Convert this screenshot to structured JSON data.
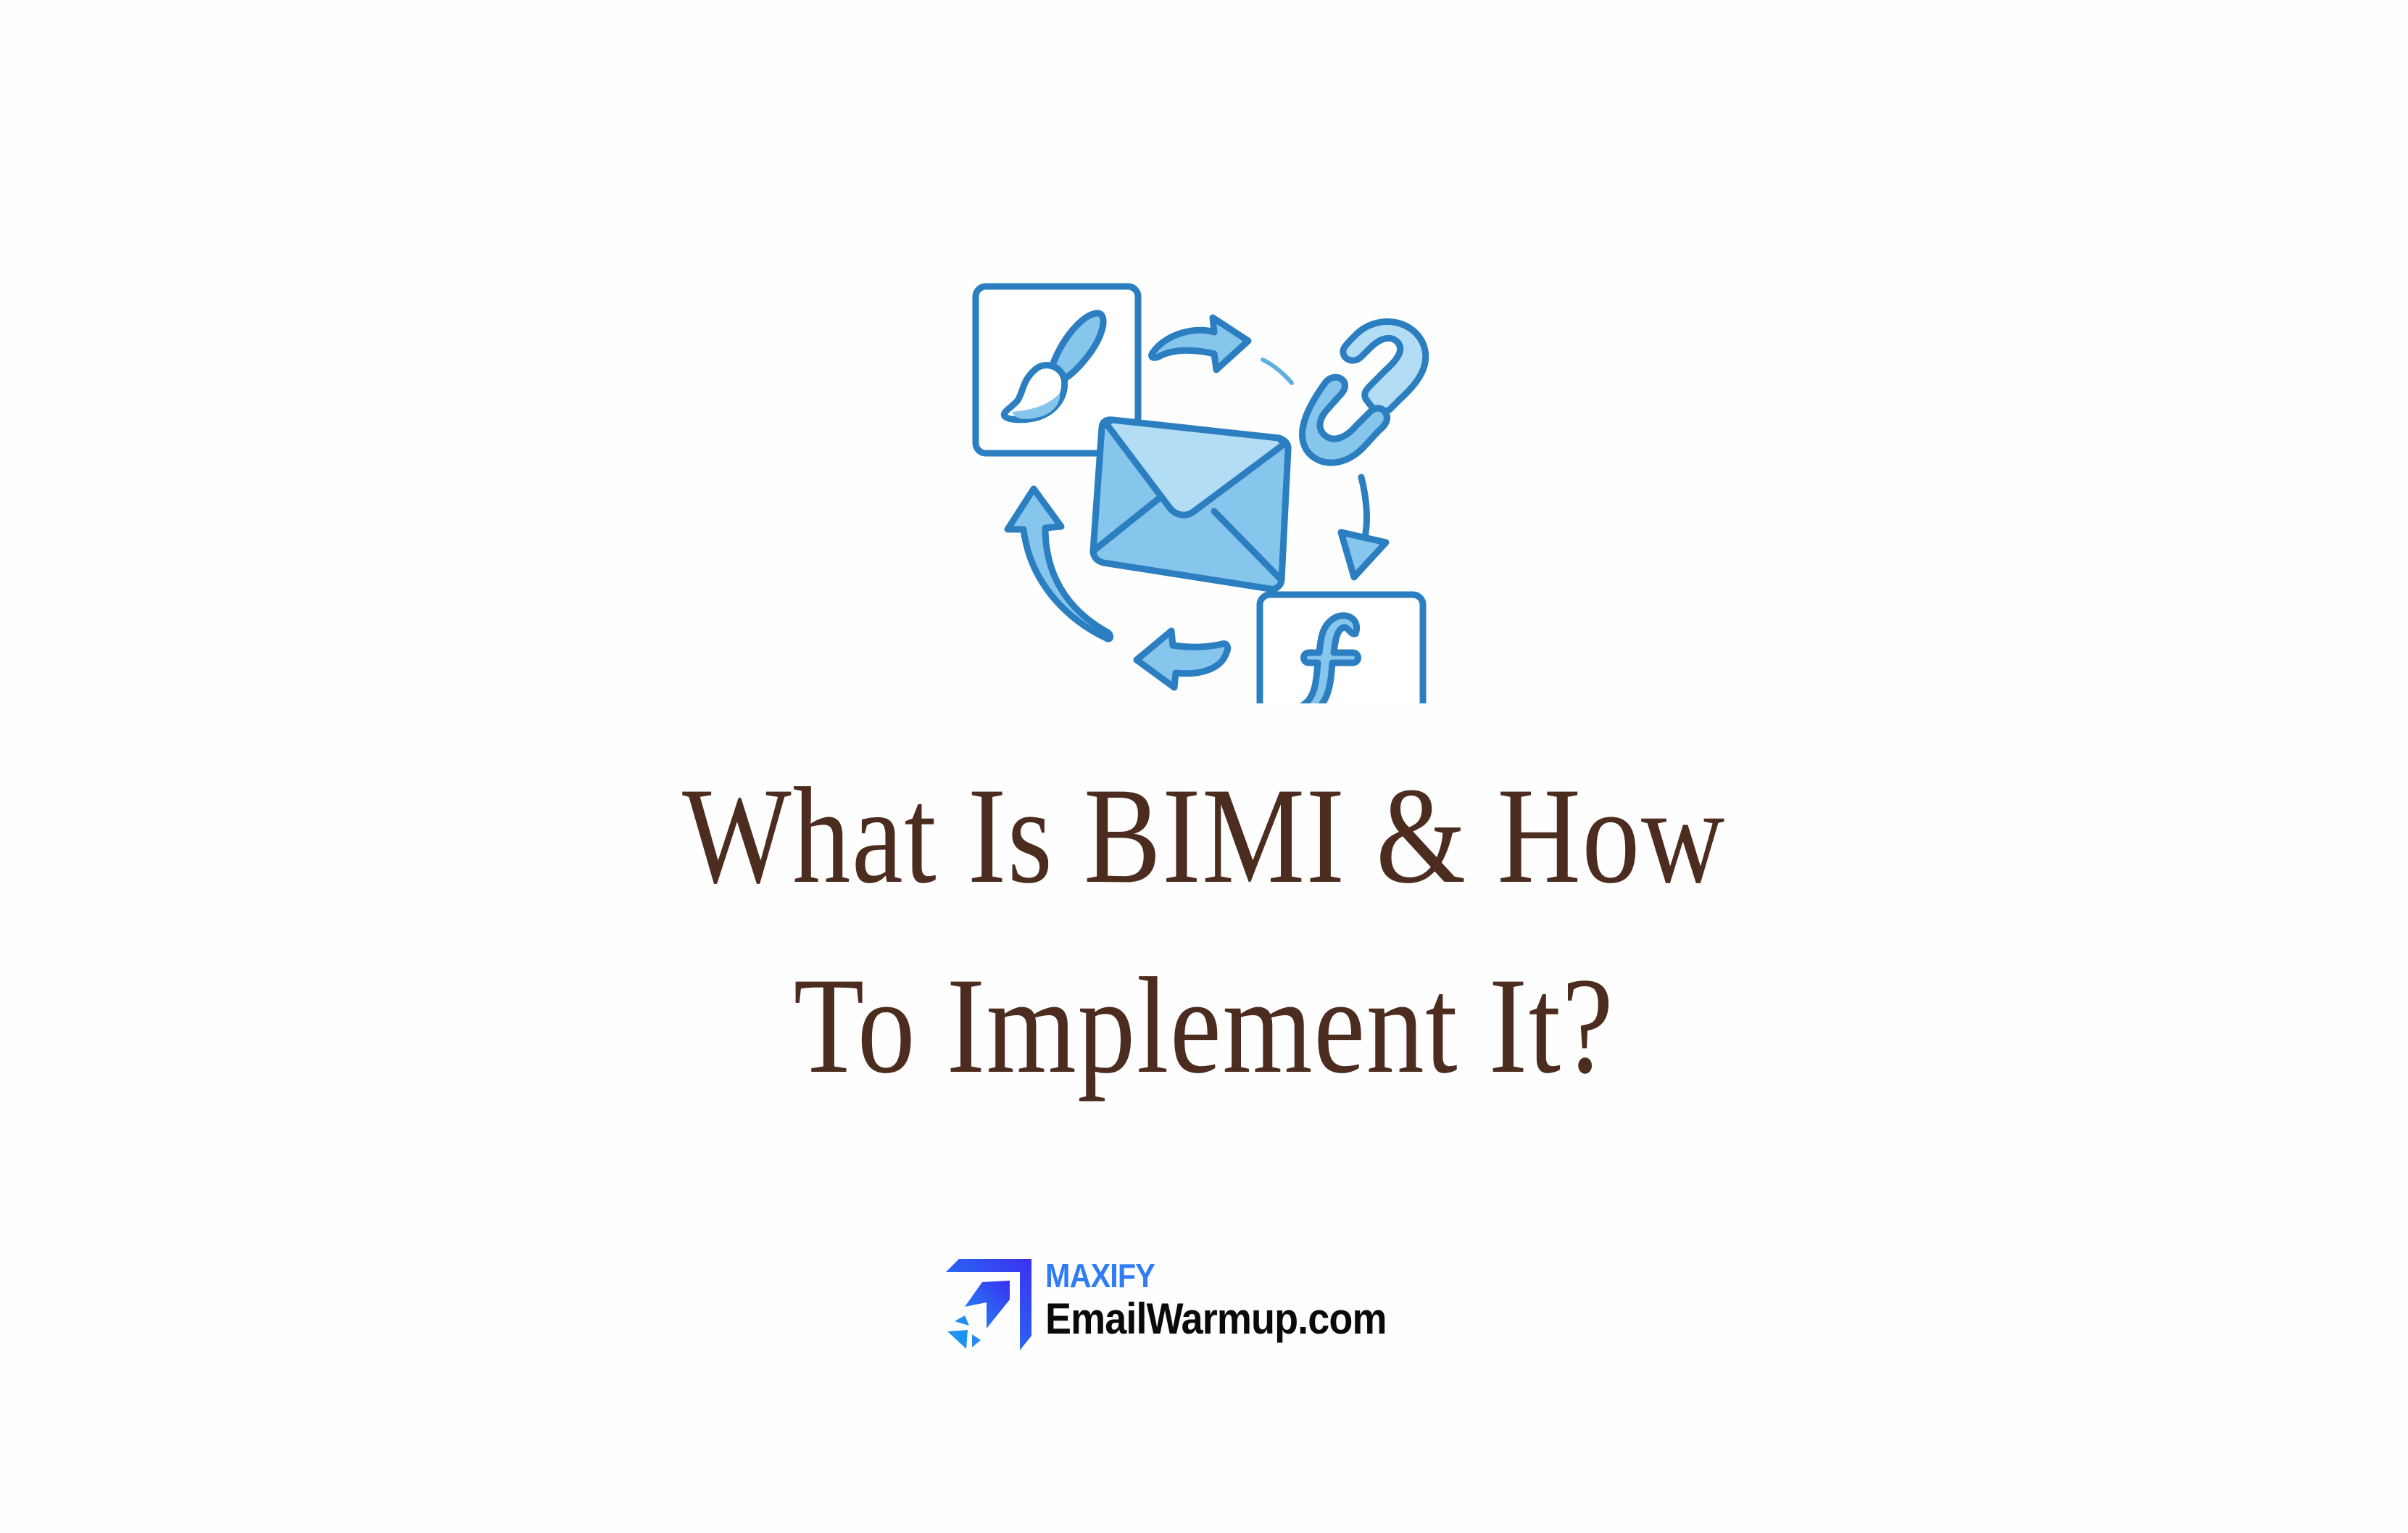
{
  "page": {
    "background": "#fefefe"
  },
  "hero_icon": {
    "description": "BIMI workflow illustration",
    "elements": [
      {
        "name": "paintbrush-icon",
        "label": "brand design"
      },
      {
        "name": "chain-link-icon",
        "label": "link"
      },
      {
        "name": "envelope-icon",
        "label": "email"
      },
      {
        "name": "f-letter-icon",
        "label": "function / logo file"
      },
      {
        "name": "cycle-arrow-icons",
        "label": "workflow arrows"
      }
    ],
    "colors": {
      "stroke": "#2b7ec0",
      "fill_light": "#b3ddf5",
      "fill_mid": "#86c5ec",
      "fill_dark": "#74b8e6",
      "dash": "#5fb0dc"
    }
  },
  "title": {
    "line1": "What Is BIMI & How",
    "line2": "To Implement It?",
    "color": "#4b2c1f"
  },
  "brand": {
    "top_text": "MAXIFY",
    "main_text": "EmailWarmup.com",
    "top_color": "#2f7cf6",
    "main_color": "#0a0a0a",
    "mark_colors": [
      "#3b2ff0",
      "#1e90f5"
    ]
  }
}
